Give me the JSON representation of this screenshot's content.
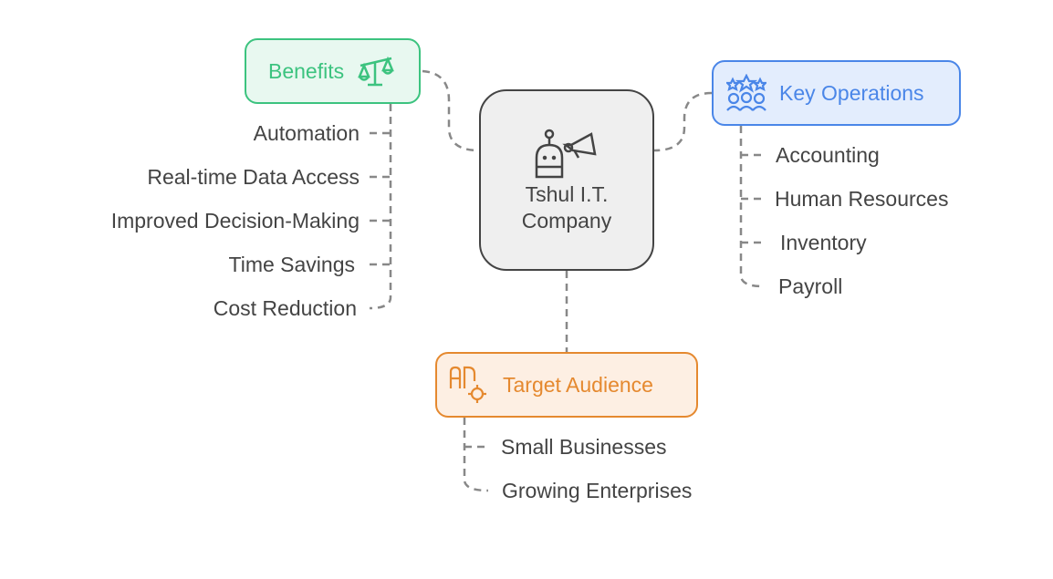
{
  "center": {
    "line1": "Tshul I.T.",
    "line2": "Company",
    "icon": "robot-megaphone-icon"
  },
  "benefits": {
    "title": "Benefits",
    "icon": "scale-icon",
    "items": [
      "Automation",
      "Real-time Data Access",
      "Improved Decision-Making",
      "Time Savings",
      "Cost Reduction"
    ]
  },
  "key_operations": {
    "title": "Key Operations",
    "icon": "team-stars-icon",
    "items": [
      "Accounting",
      "Human Resources",
      "Inventory",
      "Payroll"
    ]
  },
  "target_audience": {
    "title": "Target Audience",
    "icon": "ad-target-icon",
    "items": [
      "Small Businesses",
      "Growing Enterprises"
    ]
  },
  "colors": {
    "benefits": "#3cc37f",
    "key_operations": "#4a86e8",
    "target_audience": "#e5892f",
    "center": "#444444",
    "connector": "#888888"
  }
}
